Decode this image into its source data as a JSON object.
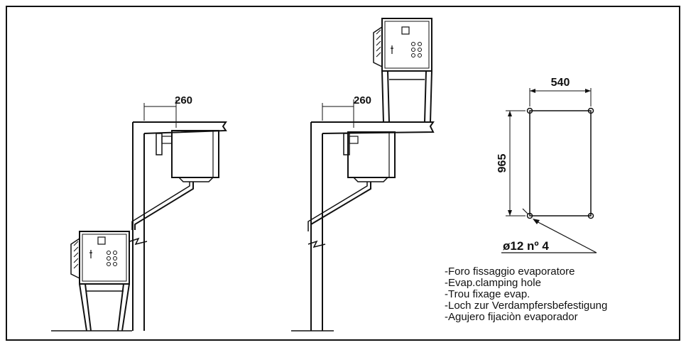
{
  "dimensions": {
    "left_overhang": "260",
    "right_overhang": "260",
    "hole_width": "540",
    "hole_height": "965",
    "hole_spec": "ø12 nº 4"
  },
  "legend": [
    "-Foro fissaggio evaporatore",
    "-Evap.clamping hole",
    "-Trou fixage evap.",
    "-Loch zur Verdampfersbefestigung",
    "-Agujero fijaciòn evaporador"
  ]
}
